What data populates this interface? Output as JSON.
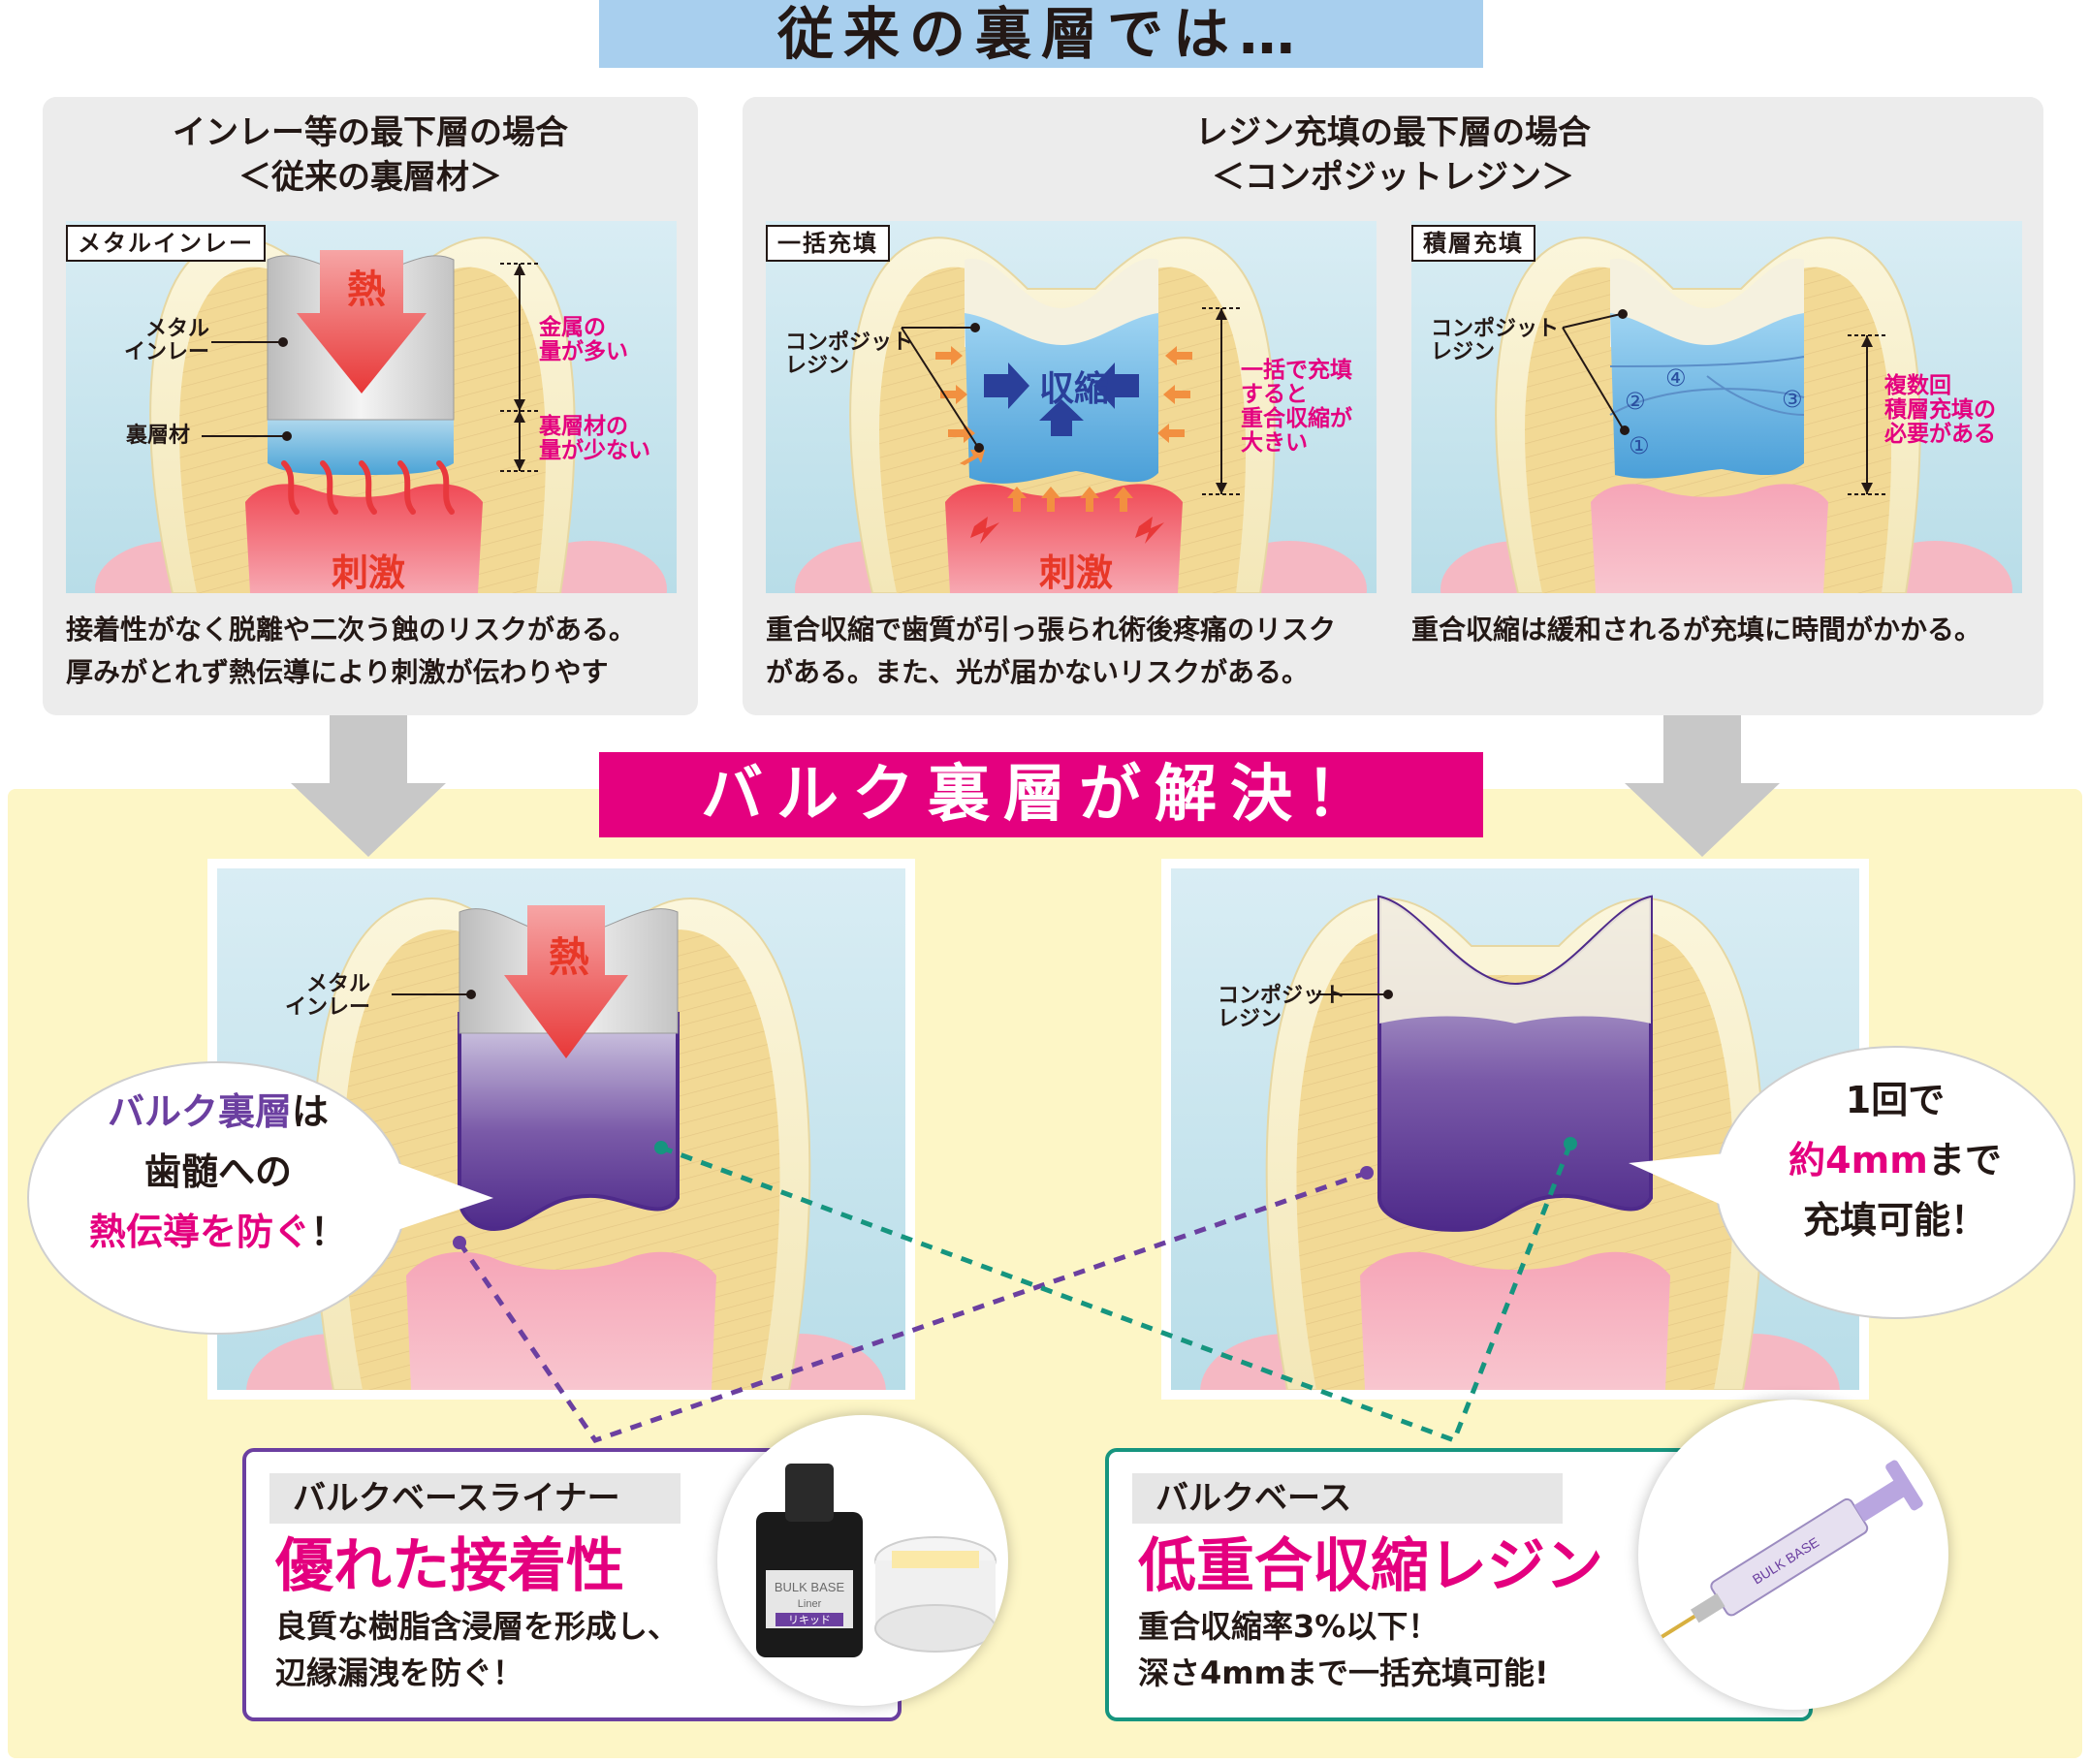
{
  "top_banner": "従来の裏層では…",
  "left_panel": {
    "title_line1": "インレー等の最下層の場合",
    "title_line2": "＜従来の裏層材＞",
    "tag": "メタルインレー",
    "label_metal_line1": "メタル",
    "label_metal_line2": "インレー",
    "label_liner": "裏層材",
    "heat": "熱",
    "stimulus": "刺激",
    "note1_line1": "金属の",
    "note1_line2": "量が多い",
    "note2_line1": "裏層材の",
    "note2_line2": "量が少ない",
    "desc_line1": "接着性がなく脱離や二次う蝕のリスクがある。",
    "desc_line2": "厚みがとれず熱伝導により刺激が伝わりやす"
  },
  "right_panel": {
    "title_line1": "レジン充填の最下層の場合",
    "title_line2": "＜コンポジットレジン＞",
    "bulk": {
      "tag": "一括充填",
      "label_line1": "コンポジット",
      "label_line2": "レジン",
      "shrink": "収縮",
      "stimulus": "刺激",
      "note_line1": "一括で充填",
      "note_line2": "すると",
      "note_line3": "重合収縮が",
      "note_line4": "大きい",
      "desc_line1": "重合収縮で歯質が引っ張られ術後疼痛のリスク",
      "desc_line2": "がある。また、光が届かないリスクがある。"
    },
    "layered": {
      "tag": "積層充填",
      "label_line1": "コンポジット",
      "label_line2": "レジン",
      "layer1": "①",
      "layer2": "②",
      "layer3": "③",
      "layer4": "④",
      "note_line1": "複数回",
      "note_line2": "積層充填の",
      "note_line3": "必要がある",
      "desc_line1": "重合収縮は緩和されるが充填に時間がかかる。"
    }
  },
  "mid_banner": "バルク裏層が解決！",
  "bottom_left": {
    "heat": "熱",
    "label_line1": "メタル",
    "label_line2": "インレー",
    "bubble_line1_a": "バルク裏層",
    "bubble_line1_b": "は",
    "bubble_line2": "歯髄への",
    "bubble_line3_a": "熱伝導を防ぐ",
    "bubble_line3_b": "！"
  },
  "bottom_right": {
    "label_line1": "コンポジット",
    "label_line2": "レジン",
    "bubble_line1": "1回で",
    "bubble_line2_a": "約4mm",
    "bubble_line2_b": "まで",
    "bubble_line3": "充填可能！"
  },
  "card_liner": {
    "tag": "バルクベースライナー",
    "headline": "優れた接着性",
    "body_line1": "良質な樹脂含浸層を形成し、",
    "body_line2": "辺縁漏洩を防ぐ！",
    "bottle_text1": "BULK BASE",
    "bottle_text2": "Liner",
    "bottle_text3": "リキッド"
  },
  "card_base": {
    "tag": "バルクベース",
    "headline": "低重合収縮レジン",
    "body_line1": "重合収縮率3%以下！",
    "body_line2": "深さ4mmまで一括充填可能!",
    "syringe_text": "BULK BASE"
  },
  "colors": {
    "pink": "#e4007f",
    "sky": "#a8cfee",
    "purple": "#6b3fa0",
    "teal": "#16957f",
    "panel_gray": "#ececec",
    "yellow": "#fdf6c6"
  }
}
